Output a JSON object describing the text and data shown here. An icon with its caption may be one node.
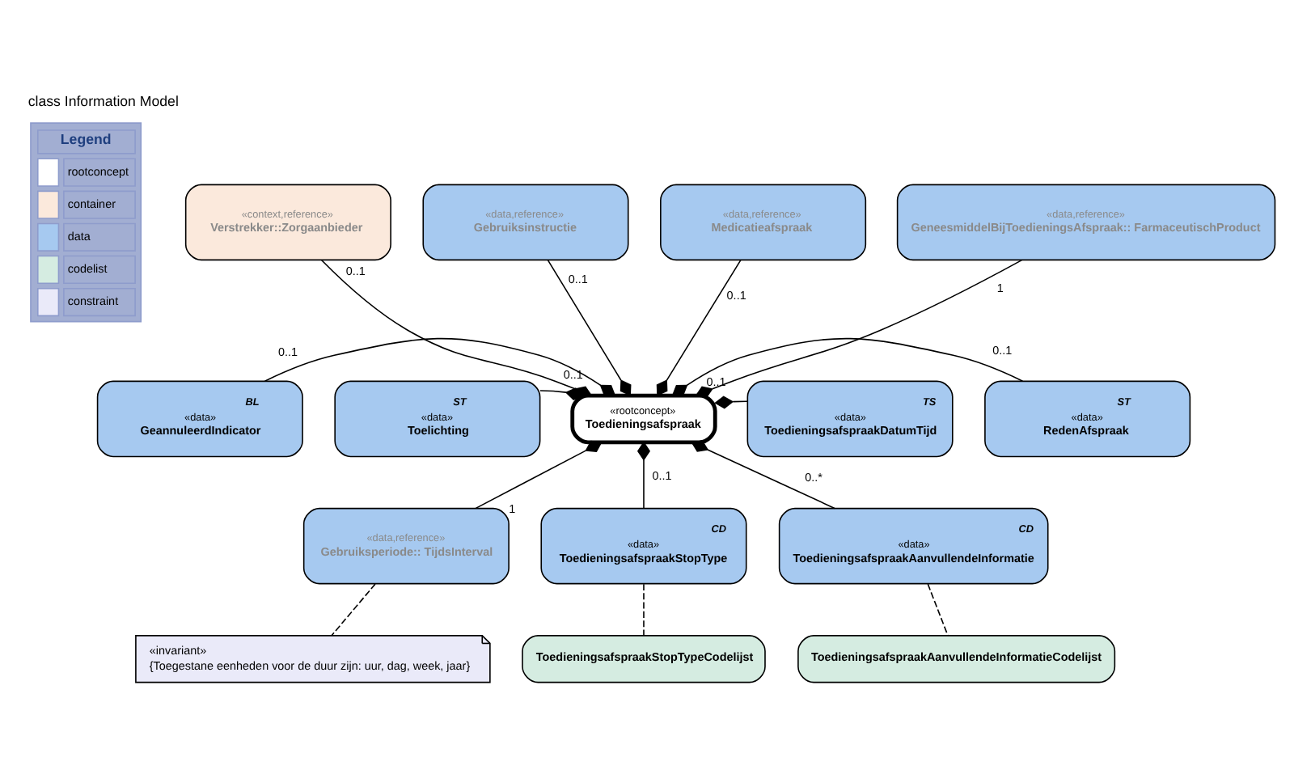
{
  "diagram": {
    "title": "class Information Model",
    "nodes": [
      {
        "text": [
          "«context,reference»",
          "Verstrekker::Zorgaanbieder"
        ]
      },
      {
        "text": [
          "«data,reference»",
          "Gebruiksinstructie"
        ]
      },
      {
        "text": [
          "«data,reference»",
          "Medicatieafspraak"
        ]
      },
      {
        "text": [
          "«data,reference»",
          "GeneesmiddelBijToedieningsAfspraak:: FarmaceutischProduct"
        ]
      },
      {
        "text": [
          "BL",
          "«data»",
          "GeannuleerdIndicator"
        ]
      },
      {
        "text": [
          "«rootconcept»",
          "Toedieningsafspraak"
        ]
      },
      {
        "text": [
          "TS",
          "«data»",
          "ToedieningsafspraakDatumTijd"
        ]
      },
      {
        "text": [
          "ST",
          "«data»",
          "Toelichting"
        ]
      },
      {
        "text": [
          "ST",
          "«data»",
          "RedenAfspraak"
        ]
      },
      {
        "text": [
          "«data,reference»",
          "Gebruiksperiode:: TijdsInterval"
        ]
      },
      {
        "text": [
          "CD",
          "«data»",
          "ToedieningsafspraakStopType"
        ]
      },
      {
        "text": [
          "CD",
          "«data»",
          "ToedieningsafspraakAanvullendeInformatie"
        ]
      },
      {
        "text": [
          "«invariant»",
          "{Toegestane eenheden voor de duur zijn: uur, dag, week, jaar}"
        ]
      },
      {
        "text": [
          "ToedieningsafspraakStopTypeCodelijst"
        ]
      },
      {
        "text": [
          "ToedieningsafspraakAanvullendeInformatieCodelijst"
        ]
      }
    ],
    "edges": [
      {
        "from": 0,
        "to": 5,
        "arrow": "other",
        "label": "0..1"
      },
      {
        "from": 1,
        "to": 5,
        "arrow": "other",
        "label": "0..1"
      },
      {
        "from": 2,
        "to": 5,
        "arrow": "other",
        "label": "0..1"
      },
      {
        "from": 3,
        "to": 5,
        "arrow": "other",
        "label": "1"
      },
      {
        "from": 4,
        "to": 5,
        "arrow": "other",
        "label": "0..1"
      },
      {
        "from": 5,
        "to": 6,
        "arrow": "other",
        "label": "0..1"
      },
      {
        "from": 7,
        "to": 5,
        "arrow": "other",
        "label": "0..1"
      },
      {
        "from": 5,
        "to": 8,
        "arrow": "other",
        "label": "0..1"
      },
      {
        "from": 5,
        "to": 9,
        "arrow": "other",
        "label": "1"
      },
      {
        "from": 5,
        "to": 10,
        "arrow": "other",
        "label": "0..1"
      },
      {
        "from": 5,
        "to": 11,
        "arrow": "other",
        "label": "0..*"
      },
      {
        "from": 9,
        "to": 12,
        "arrow": "none",
        "style": "dashed"
      },
      {
        "from": 10,
        "to": 13,
        "arrow": "none",
        "style": "dashed"
      },
      {
        "from": 11,
        "to": 14,
        "arrow": "none",
        "style": "dashed"
      }
    ],
    "labels": [
      "Legend"
    ],
    "legend": [
      {
        "text": "rootconcept",
        "color": "#ffffff"
      },
      {
        "text": "container",
        "color": "#fbe9dc"
      },
      {
        "text": "data",
        "color": "#a6c9f0"
      },
      {
        "text": "codelist",
        "color": "#d5ece1"
      },
      {
        "text": "constraint",
        "color": "#eaeaf9"
      }
    ]
  }
}
